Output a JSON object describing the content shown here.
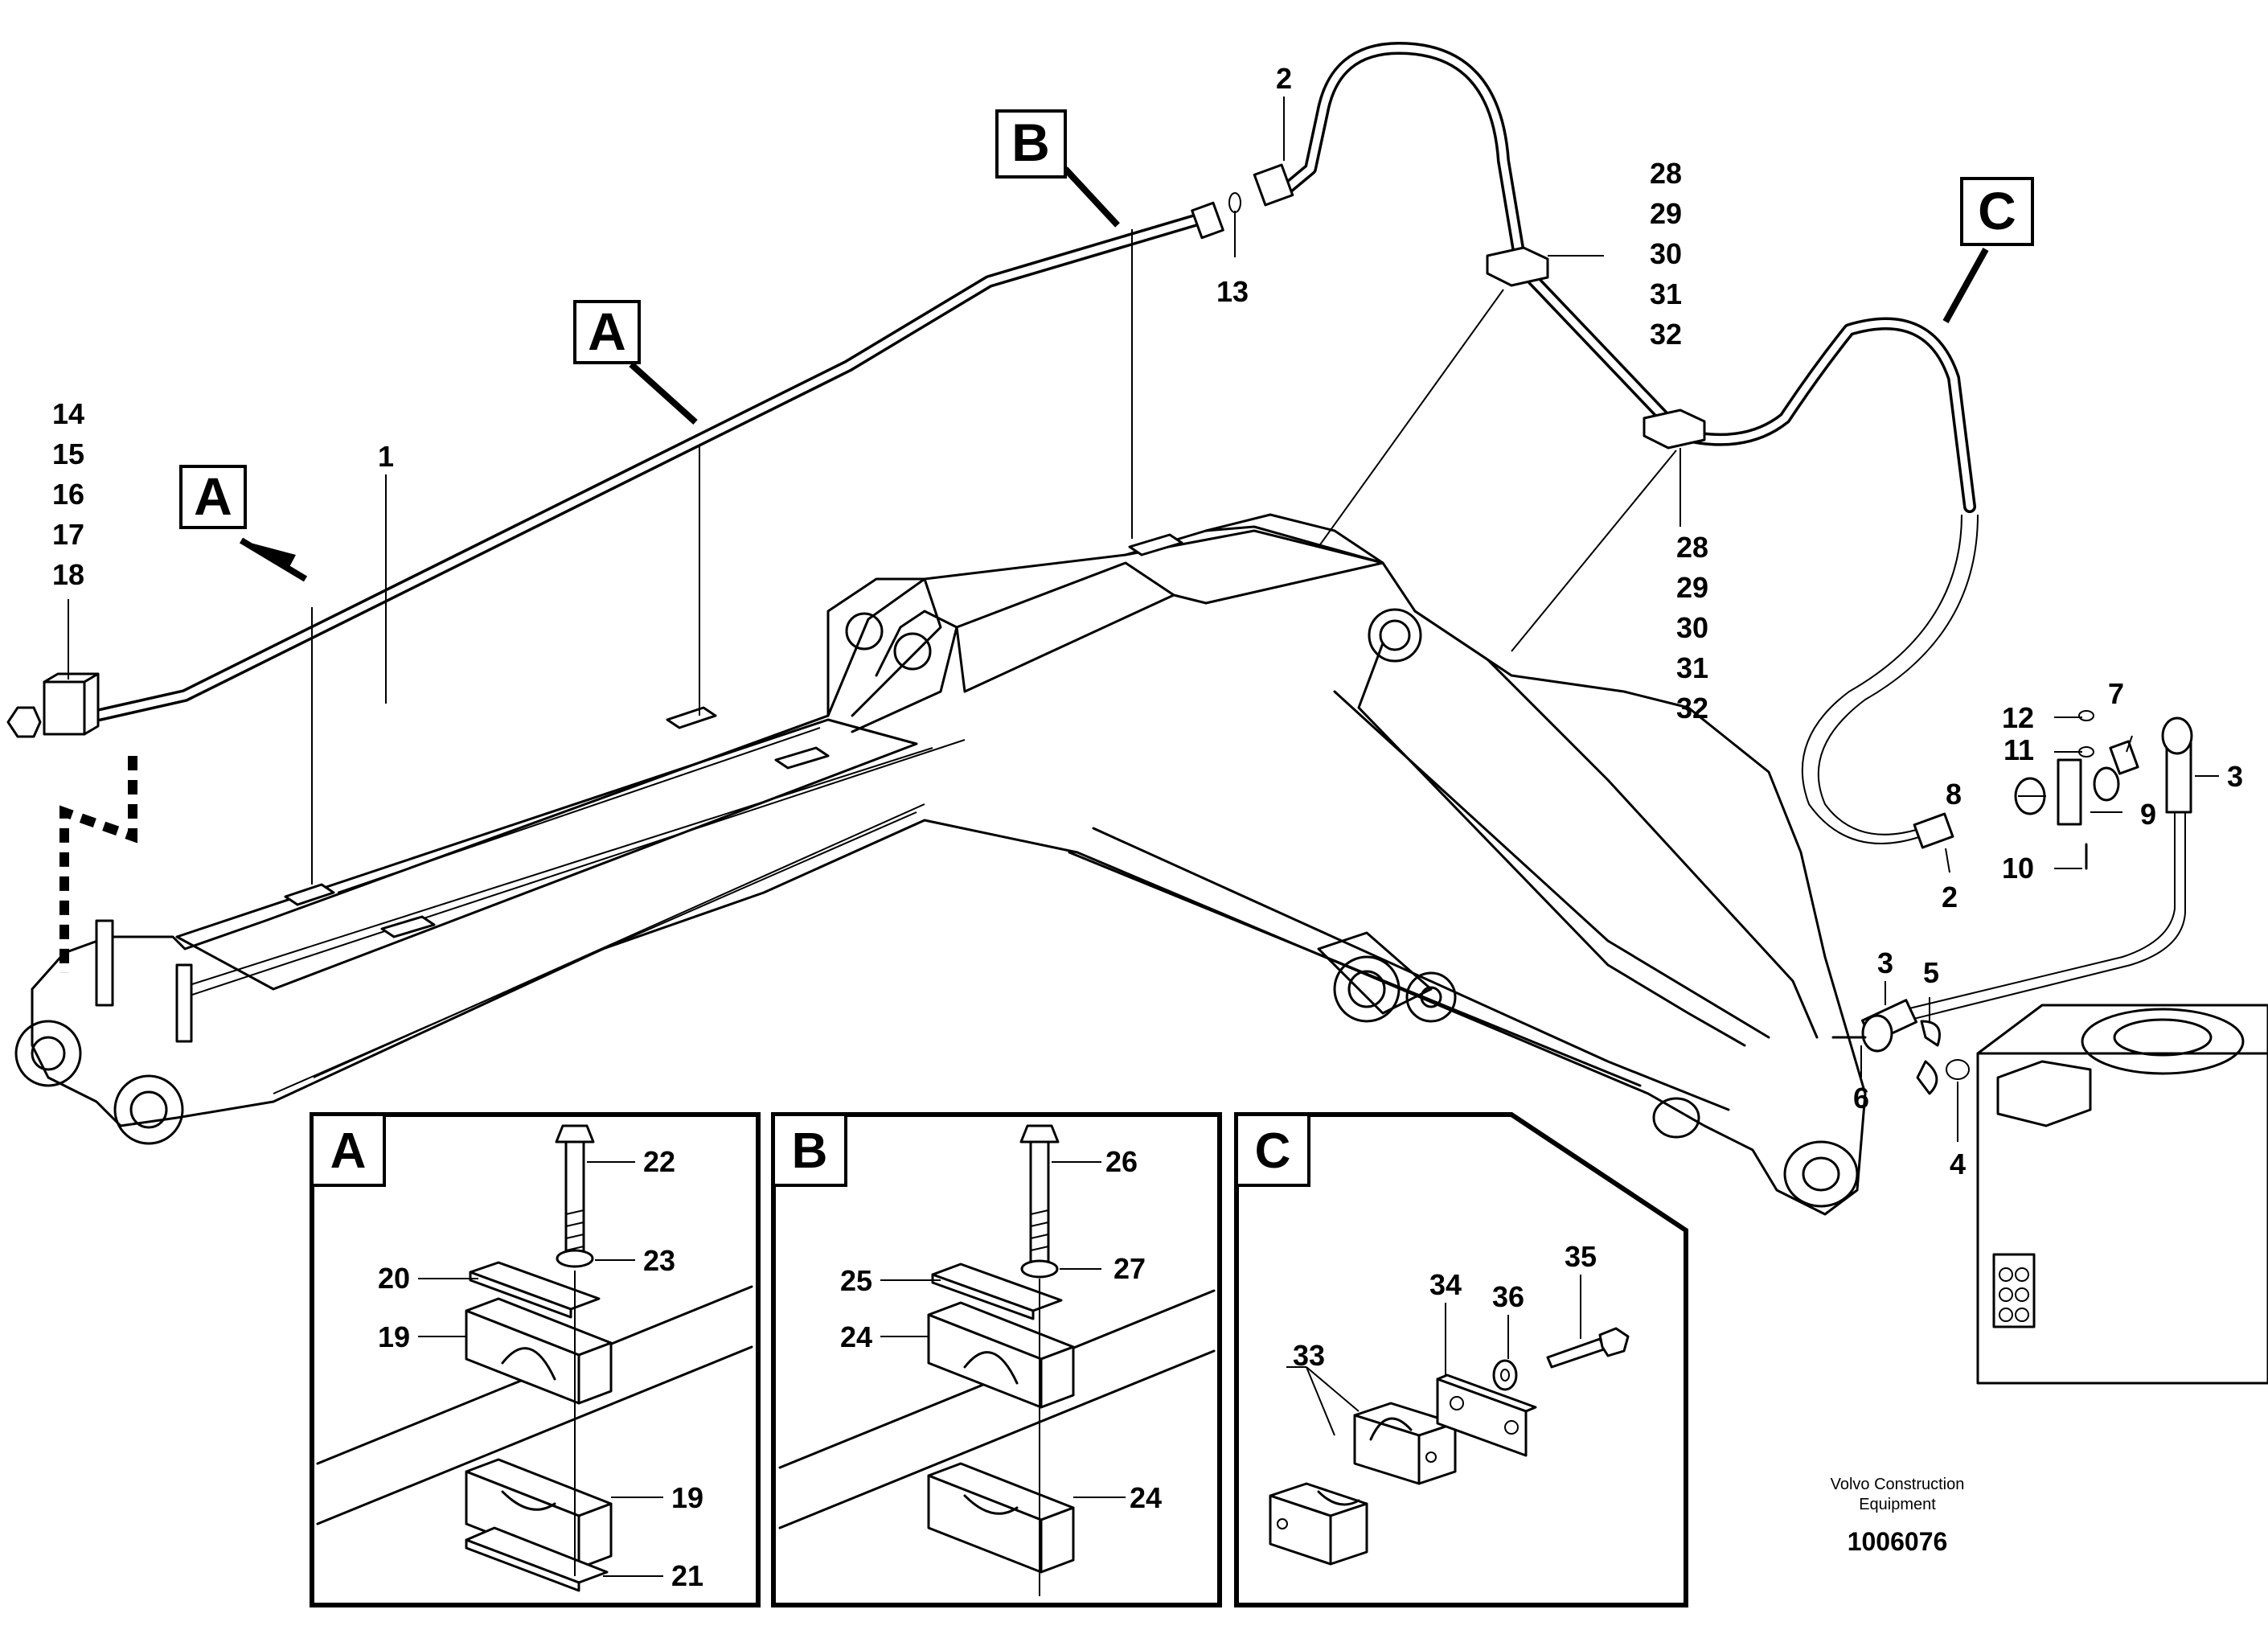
{
  "callouts": {
    "A": "A",
    "B": "B",
    "C": "C"
  },
  "labels": {
    "n1": "1",
    "n2_top": "2",
    "n13": "13",
    "n14": "14",
    "n15": "15",
    "n16": "16",
    "n17": "17",
    "n18": "18",
    "grp_top": [
      "28",
      "29",
      "30",
      "31",
      "32"
    ],
    "grp_mid": [
      "28",
      "29",
      "30",
      "31",
      "32"
    ],
    "n12": "12",
    "n11": "11",
    "n7": "7",
    "n8": "8",
    "n9": "9",
    "n10": "10",
    "n2_right": "2",
    "n3_upper": "3",
    "n3_lower": "3",
    "n5": "5",
    "n6": "6",
    "n4": "4"
  },
  "insets": {
    "A": {
      "title": "A",
      "parts": [
        "22",
        "23",
        "20",
        "19",
        "19",
        "21"
      ]
    },
    "B": {
      "title": "B",
      "parts": [
        "26",
        "27",
        "25",
        "24",
        "24"
      ]
    },
    "C": {
      "title": "C",
      "parts": [
        "33",
        "34",
        "36",
        "35"
      ]
    }
  },
  "footer": {
    "maker_line1": "Volvo Construction",
    "maker_line2": "Equipment",
    "doc_number": "1006076"
  }
}
